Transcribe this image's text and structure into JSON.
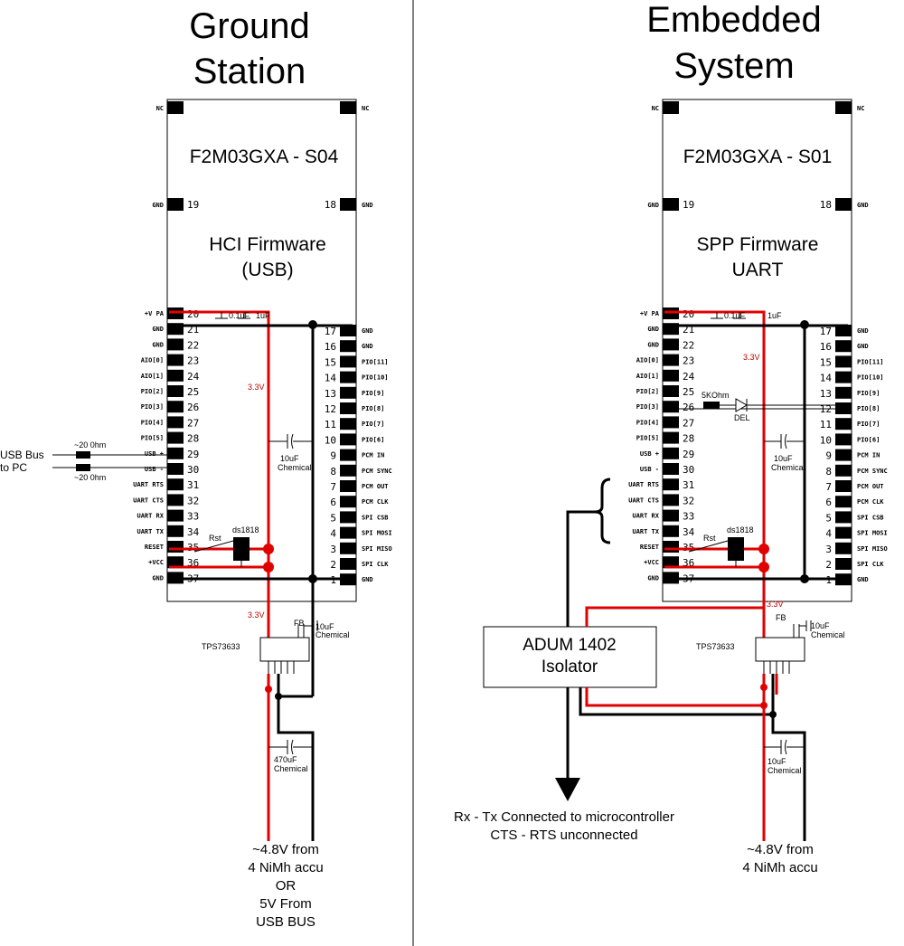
{
  "left": {
    "title_line1": "Ground",
    "title_line2": "Station",
    "module": "F2M03GXA - S04",
    "firmware_line1": "HCI Firmware",
    "firmware_line2": "(USB)",
    "usb_label_line1": "USB Bus",
    "usb_label_line2": "to PC",
    "usb_r1": "~20 0hm",
    "usb_r2": "~20 0hm",
    "cap_pa1": "0.1uF",
    "cap_pa2": "1uF",
    "v33_a": "3.3V",
    "v33_b": "3.3V",
    "cap10_line1": "10uF",
    "cap10_line2": "Chemical",
    "rst": "Rst",
    "reset_ic": "ds1818",
    "regulator": "TPS73633",
    "fb": "FB",
    "reg_cap_line1": "10uF",
    "reg_cap_line2": "Chemical",
    "bulk_cap_line1": "470uF",
    "bulk_cap_line2": "Chemical",
    "power_line1": "~4.8V from",
    "power_line2": "4 NiMh accu",
    "power_line3": "OR",
    "power_line4": "5V From",
    "power_line5": "USB BUS"
  },
  "right": {
    "title_line1": "Embedded",
    "title_line2": "System",
    "module": "F2M03GXA - S01",
    "firmware_line1": "SPP Firmware",
    "firmware_line2": "UART",
    "cap_pa1": "0.1uF",
    "cap_pa2": "1uF",
    "v33_a": "3.3V",
    "v33_b": "3.3V",
    "resistor": "5KOhm",
    "led": "DEL",
    "cap10_line1": "10uF",
    "cap10_line2": "Chemical",
    "rst": "Rst",
    "reset_ic": "ds1818",
    "regulator": "TPS73633",
    "fb": "FB",
    "reg_cap_line1": "10uF",
    "reg_cap_line2": "Chemical",
    "bulk_cap_line1": "10uF",
    "bulk_cap_line2": "Chemical",
    "isolator_line1": "ADUM 1402",
    "isolator_line2": "Isolator",
    "note_line1": "Rx - Tx Connected to microcontroller",
    "note_line2": "CTS - RTS unconnected",
    "power_line1": "~4.8V from",
    "power_line2": "4 NiMh accu"
  },
  "module_pins": {
    "top_left": {
      "name": "NC"
    },
    "top_right": {
      "name": "NC"
    },
    "mid_left": {
      "name": "GND",
      "num": "19"
    },
    "mid_right": {
      "name": "GND",
      "num": "18"
    },
    "left": [
      {
        "name": "+V PA",
        "num": "20"
      },
      {
        "name": "GND",
        "num": "21"
      },
      {
        "name": "GND",
        "num": "22"
      },
      {
        "name": "AIO[0]",
        "num": "23"
      },
      {
        "name": "AIO[1]",
        "num": "24"
      },
      {
        "name": "PIO[2]",
        "num": "25"
      },
      {
        "name": "PIO[3]",
        "num": "26"
      },
      {
        "name": "PIO[4]",
        "num": "27"
      },
      {
        "name": "PIO[5]",
        "num": "28"
      },
      {
        "name": "USB +",
        "num": "29"
      },
      {
        "name": "USB -",
        "num": "30"
      },
      {
        "name": "UART RTS",
        "num": "31"
      },
      {
        "name": "UART CTS",
        "num": "32"
      },
      {
        "name": "UART RX",
        "num": "33"
      },
      {
        "name": "UART TX",
        "num": "34"
      },
      {
        "name": "RESET",
        "num": "35"
      },
      {
        "name": "+VCC",
        "num": "36"
      },
      {
        "name": "GND",
        "num": "37"
      }
    ],
    "right": [
      {
        "name": "GND",
        "num": "17"
      },
      {
        "name": "GND",
        "num": "16"
      },
      {
        "name": "PIO[11]",
        "num": "15"
      },
      {
        "name": "PIO[10]",
        "num": "14"
      },
      {
        "name": "PIO[9]",
        "num": "13"
      },
      {
        "name": "PIO[8]",
        "num": "12"
      },
      {
        "name": "PIO[7]",
        "num": "11"
      },
      {
        "name": "PIO[6]",
        "num": "10"
      },
      {
        "name": "PCM IN",
        "num": "9"
      },
      {
        "name": "PCM SYNC",
        "num": "8"
      },
      {
        "name": "PCM OUT",
        "num": "7"
      },
      {
        "name": "PCM CLK",
        "num": "6"
      },
      {
        "name": "SPI CSB",
        "num": "5"
      },
      {
        "name": "SPI MOSI",
        "num": "4"
      },
      {
        "name": "SPI MISO",
        "num": "3"
      },
      {
        "name": "SPI CLK",
        "num": "2"
      },
      {
        "name": "GND",
        "num": "1"
      }
    ]
  }
}
